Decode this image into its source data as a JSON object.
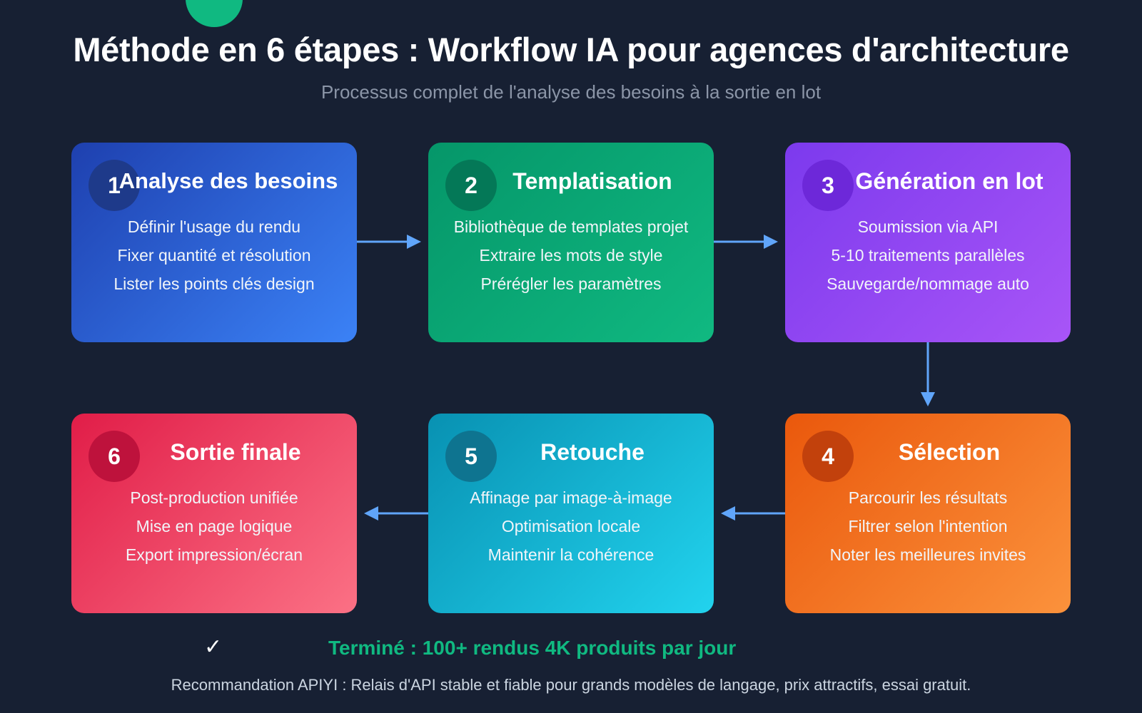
{
  "title": "Méthode en 6 étapes : Workflow IA pour agences d'architecture",
  "subtitle": "Processus complet de l'analyse des besoins à la sortie en lot",
  "steps": [
    {
      "number": "1",
      "title": "Analyse des besoins",
      "items": [
        "Définir l'usage du rendu",
        "Fixer quantité et résolution",
        "Lister les points clés design"
      ],
      "color": "#3b82f6"
    },
    {
      "number": "2",
      "title": "Templatisation",
      "items": [
        "Bibliothèque de templates projet",
        "Extraire les mots de style",
        "Prérégler les paramètres"
      ],
      "color": "#10b981"
    },
    {
      "number": "3",
      "title": "Génération en lot",
      "items": [
        "Soumission via API",
        "5-10 traitements parallèles",
        "Sauvegarde/nommage auto"
      ],
      "color": "#a855f7"
    },
    {
      "number": "4",
      "title": "Sélection",
      "items": [
        "Parcourir les résultats",
        "Filtrer selon l'intention",
        "Noter les meilleures invites"
      ],
      "color": "#f97316"
    },
    {
      "number": "5",
      "title": "Retouche",
      "items": [
        "Affinage par image-à-image",
        "Optimisation locale",
        "Maintenir la cohérence"
      ],
      "color": "#06b6d4"
    },
    {
      "number": "6",
      "title": "Sortie finale",
      "items": [
        "Post-production unifiée",
        "Mise en page logique",
        "Export impression/écran"
      ],
      "color": "#f43f5e"
    }
  ],
  "footer": {
    "check_icon": "✓",
    "done": "Terminé : 100+ rendus 4K produits par jour",
    "recommendation": "Recommandation APIYI : Relais d'API stable et fiable pour grands modèles de langage, prix attractifs, essai gratuit."
  },
  "colors": {
    "background": "#172033",
    "arrow": "#60a5fa",
    "done_text": "#10b981"
  }
}
